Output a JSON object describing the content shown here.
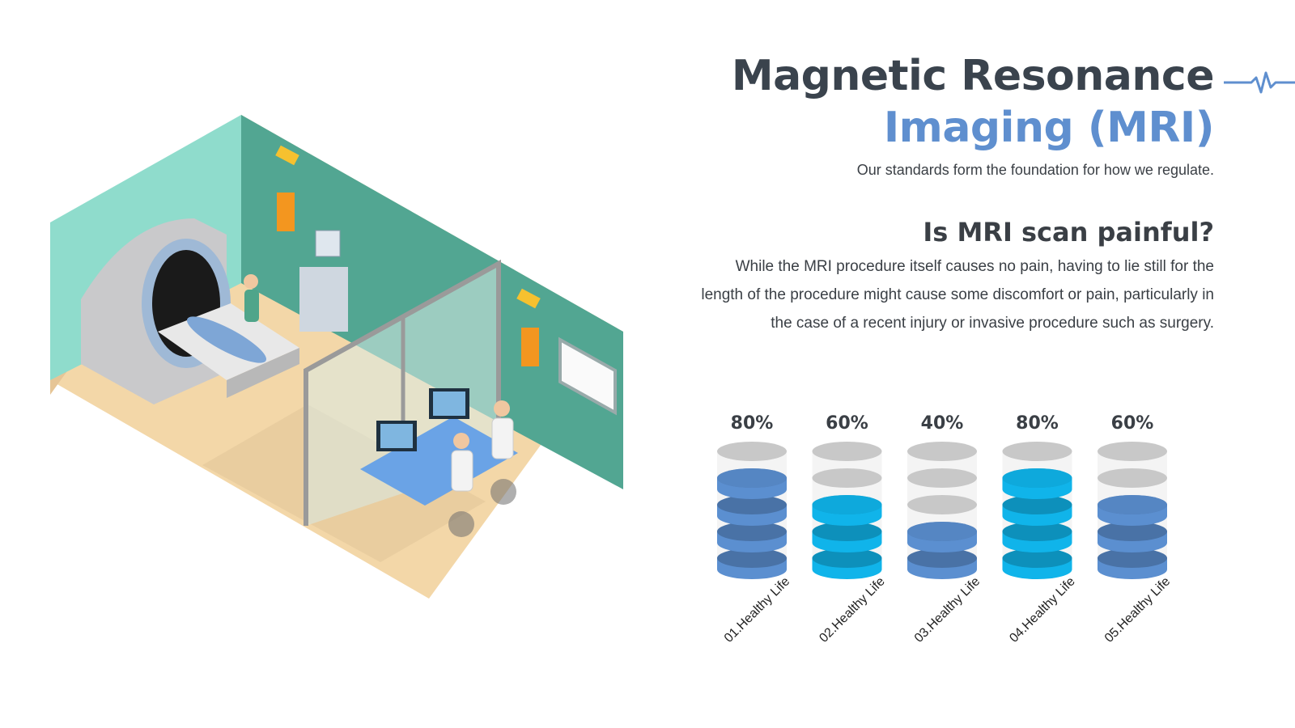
{
  "title": {
    "line1": "Magnetic Resonance",
    "line2": "Imaging (MRI)",
    "subtitle": "Our standards form the foundation for how we regulate."
  },
  "question": {
    "heading": "Is MRI scan painful?",
    "body": "While the MRI procedure itself causes no pain, having to lie still for the length of the procedure might cause some discomfort or pain, particularly in the case of a recent injury or invasive procedure such as surgery."
  },
  "colors": {
    "title_dark": "#3a434d",
    "title_accent": "#5f8fcf",
    "bar_blue": "#5b8fd0",
    "bar_cyan": "#10b4ea",
    "empty_disk": "#c8c8c8"
  },
  "illustration": {
    "description_icon": "mri-room-isometric-illustration"
  },
  "chart_data": {
    "type": "bar",
    "style": "stacked-disk cylinders",
    "categories": [
      "01.Healthy Life",
      "02.Healthy Life",
      "03.Healthy Life",
      "04.Healthy Life",
      "05.Healthy Life"
    ],
    "values": [
      80,
      60,
      40,
      80,
      60
    ],
    "value_labels": [
      "80%",
      "60%",
      "40%",
      "80%",
      "60%"
    ],
    "unit": "%",
    "ylim": [
      0,
      100
    ],
    "colors": [
      "#5b8fd0",
      "#10b4ea",
      "#5b8fd0",
      "#10b4ea",
      "#5b8fd0"
    ],
    "title": "",
    "xlabel": "",
    "ylabel": "",
    "grid": false,
    "legend": "none"
  }
}
